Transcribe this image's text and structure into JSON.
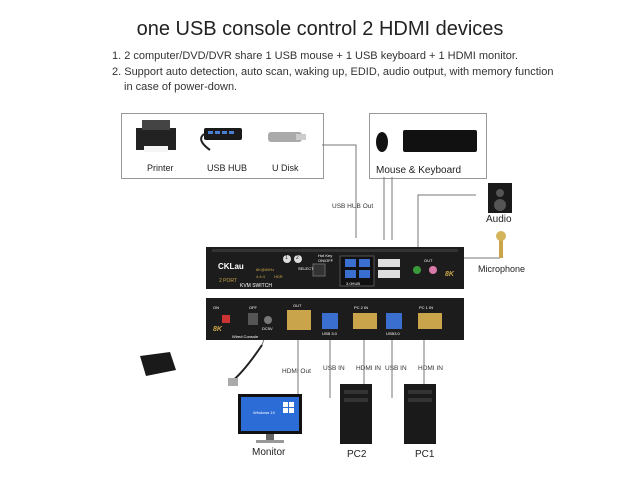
{
  "title": "one USB console control 2 HDMI devices",
  "features": [
    "1. 2 computer/DVD/DVR share 1 USB mouse + 1 USB keyboard + 1 HDMI monitor.",
    "2. Support auto detection, auto scan, waking up, EDID, audio output, with memory function in case of power-down."
  ],
  "peripherals_box": {
    "printer": "Printer",
    "usb_hub": "USB HUB",
    "udisk": "U Disk"
  },
  "input_box": {
    "label": "Mouse & Keyboard"
  },
  "audio": "Audio",
  "microphone": "Microphone",
  "cable_labels": {
    "usb_hub_out": "USB HUB  Out",
    "hdmi_out": "HDMI Out",
    "usb_in_1": "USB IN",
    "hdmi_in_1": "HDMI IN",
    "usb_in_2": "USB IN",
    "hdmi_in_2": "HDMI IN"
  },
  "devices": {
    "monitor": "Monitor",
    "pc2": "PC2",
    "pc1": "PC1",
    "windows": "Windows 10"
  },
  "kvm_front": {
    "brand": "CKLau",
    "model_line1": "2 PORT",
    "model_line2": "KVM SWITCH",
    "badge1": "8K@60Hz",
    "badge2": "4:4:4",
    "badge3": "HDR",
    "select": "SELECT",
    "port1": "1",
    "port2": "2",
    "hotkey": "Hot Key ON/OFF",
    "usb_label": "3.0HUB",
    "eight_k": "8K",
    "out": "OUT"
  },
  "kvm_rear": {
    "on": "ON",
    "off": "OFF",
    "eight_k": "8K",
    "wired_console": "Wired Console",
    "dc": "DC5V",
    "out": "OUT",
    "pc2": "PC 2 IN",
    "pc1": "PC 1 IN",
    "usb1": "USB 3.0",
    "usb2": "USB3.0"
  }
}
